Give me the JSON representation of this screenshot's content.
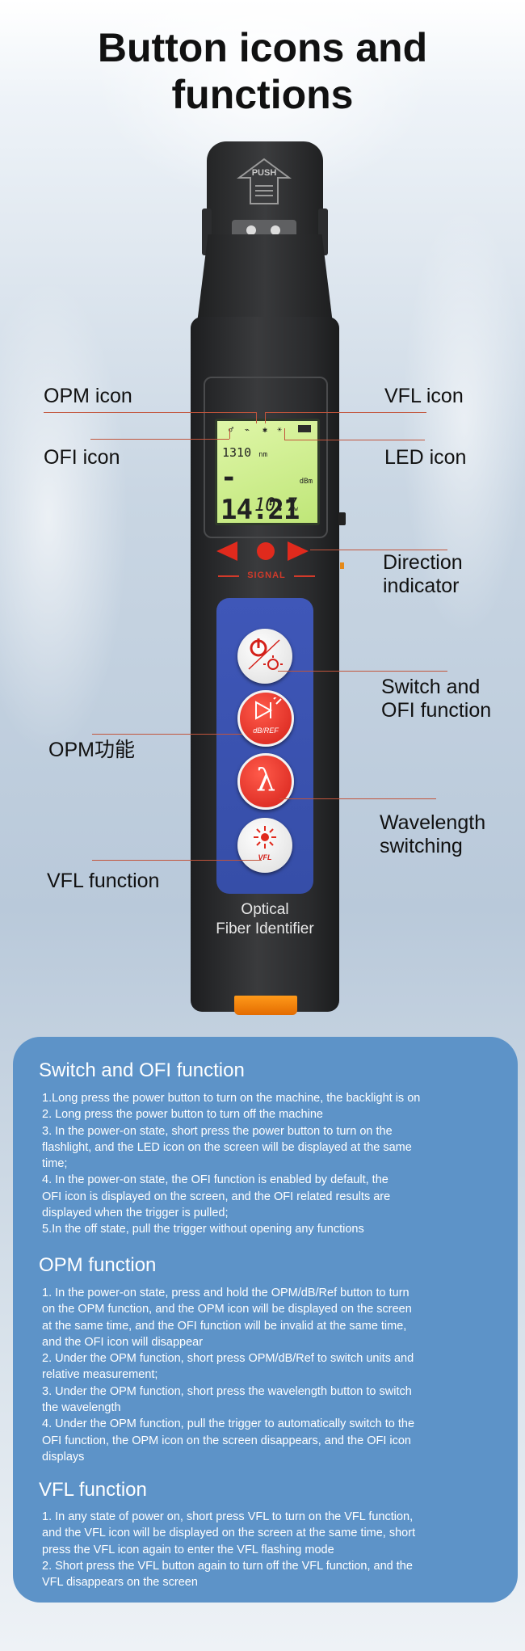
{
  "title": "Button icons and\nfunctions",
  "device": {
    "push_label": "PUSH",
    "lcd": {
      "wavelength": "1310",
      "wavelength_unit": "nm",
      "power": "- 14.21",
      "power_unit": "dBm",
      "milliwatt": "10.7",
      "milliwatt_unit": "w"
    },
    "signal_label": "SIGNAL",
    "opm_key_label": "dB/REF",
    "lambda_symbol": "λ",
    "vfl_key_label": "VFL",
    "name_line1": "Optical",
    "name_line2": "Fiber Identifier"
  },
  "callouts": {
    "opm_icon": "OPM icon",
    "vfl_icon": "VFL icon",
    "ofi_icon": "OFI icon",
    "led_icon": "LED icon",
    "direction_1": "Direction",
    "direction_2": "indicator",
    "switch_1": "Switch and",
    "switch_2": "OFI function",
    "opm_function": "OPM功能",
    "wavelength_1": "Wavelength",
    "wavelength_2": "switching",
    "vfl_function": "VFL function"
  },
  "sections": [
    {
      "title": "Switch and OFI function",
      "lines": [
        "1.Long press the power button to turn on the machine, the backlight is on",
        "2. Long press the power button to turn off the machine",
        "3. In the power-on state, short press the power button to turn on the",
        "flashlight, and the LED icon on the screen will be displayed at the same",
        "time;",
        "4. In the power-on state, the OFI function is enabled by default, the",
        "OFI icon is displayed on the screen, and the OFI related results are",
        "displayed when the trigger is pulled;",
        "5.In the off state, pull the trigger without opening any functions"
      ]
    },
    {
      "title": "OPM function",
      "lines": [
        "1. In the power-on state, press and hold the OPM/dB/Ref button to turn",
        "on the OPM function, and the OPM icon will be displayed on the screen",
        "at the same time, and the OFI function will be invalid at the same time,",
        "and the OFI icon will disappear",
        "2. Under the OPM function, short press OPM/dB/Ref to switch units and",
        "relative measurement;",
        "3. Under the OPM function, short press the wavelength button to switch",
        "the wavelength",
        "4. Under the OPM function, pull the trigger to automatically switch to the",
        "OFI function, the OPM icon on the screen disappears, and the OFI icon",
        "displays"
      ]
    },
    {
      "title": "VFL function",
      "lines": [
        "1. In any state of power on, short press VFL to turn on the VFL function,",
        "and the VFL icon will be displayed on the screen at the same time, short",
        "press the VFL icon again to enter the VFL flashing mode",
        "2. Short press the VFL button again to turn off the VFL function, and the",
        "VFL disappears on the screen"
      ]
    }
  ]
}
